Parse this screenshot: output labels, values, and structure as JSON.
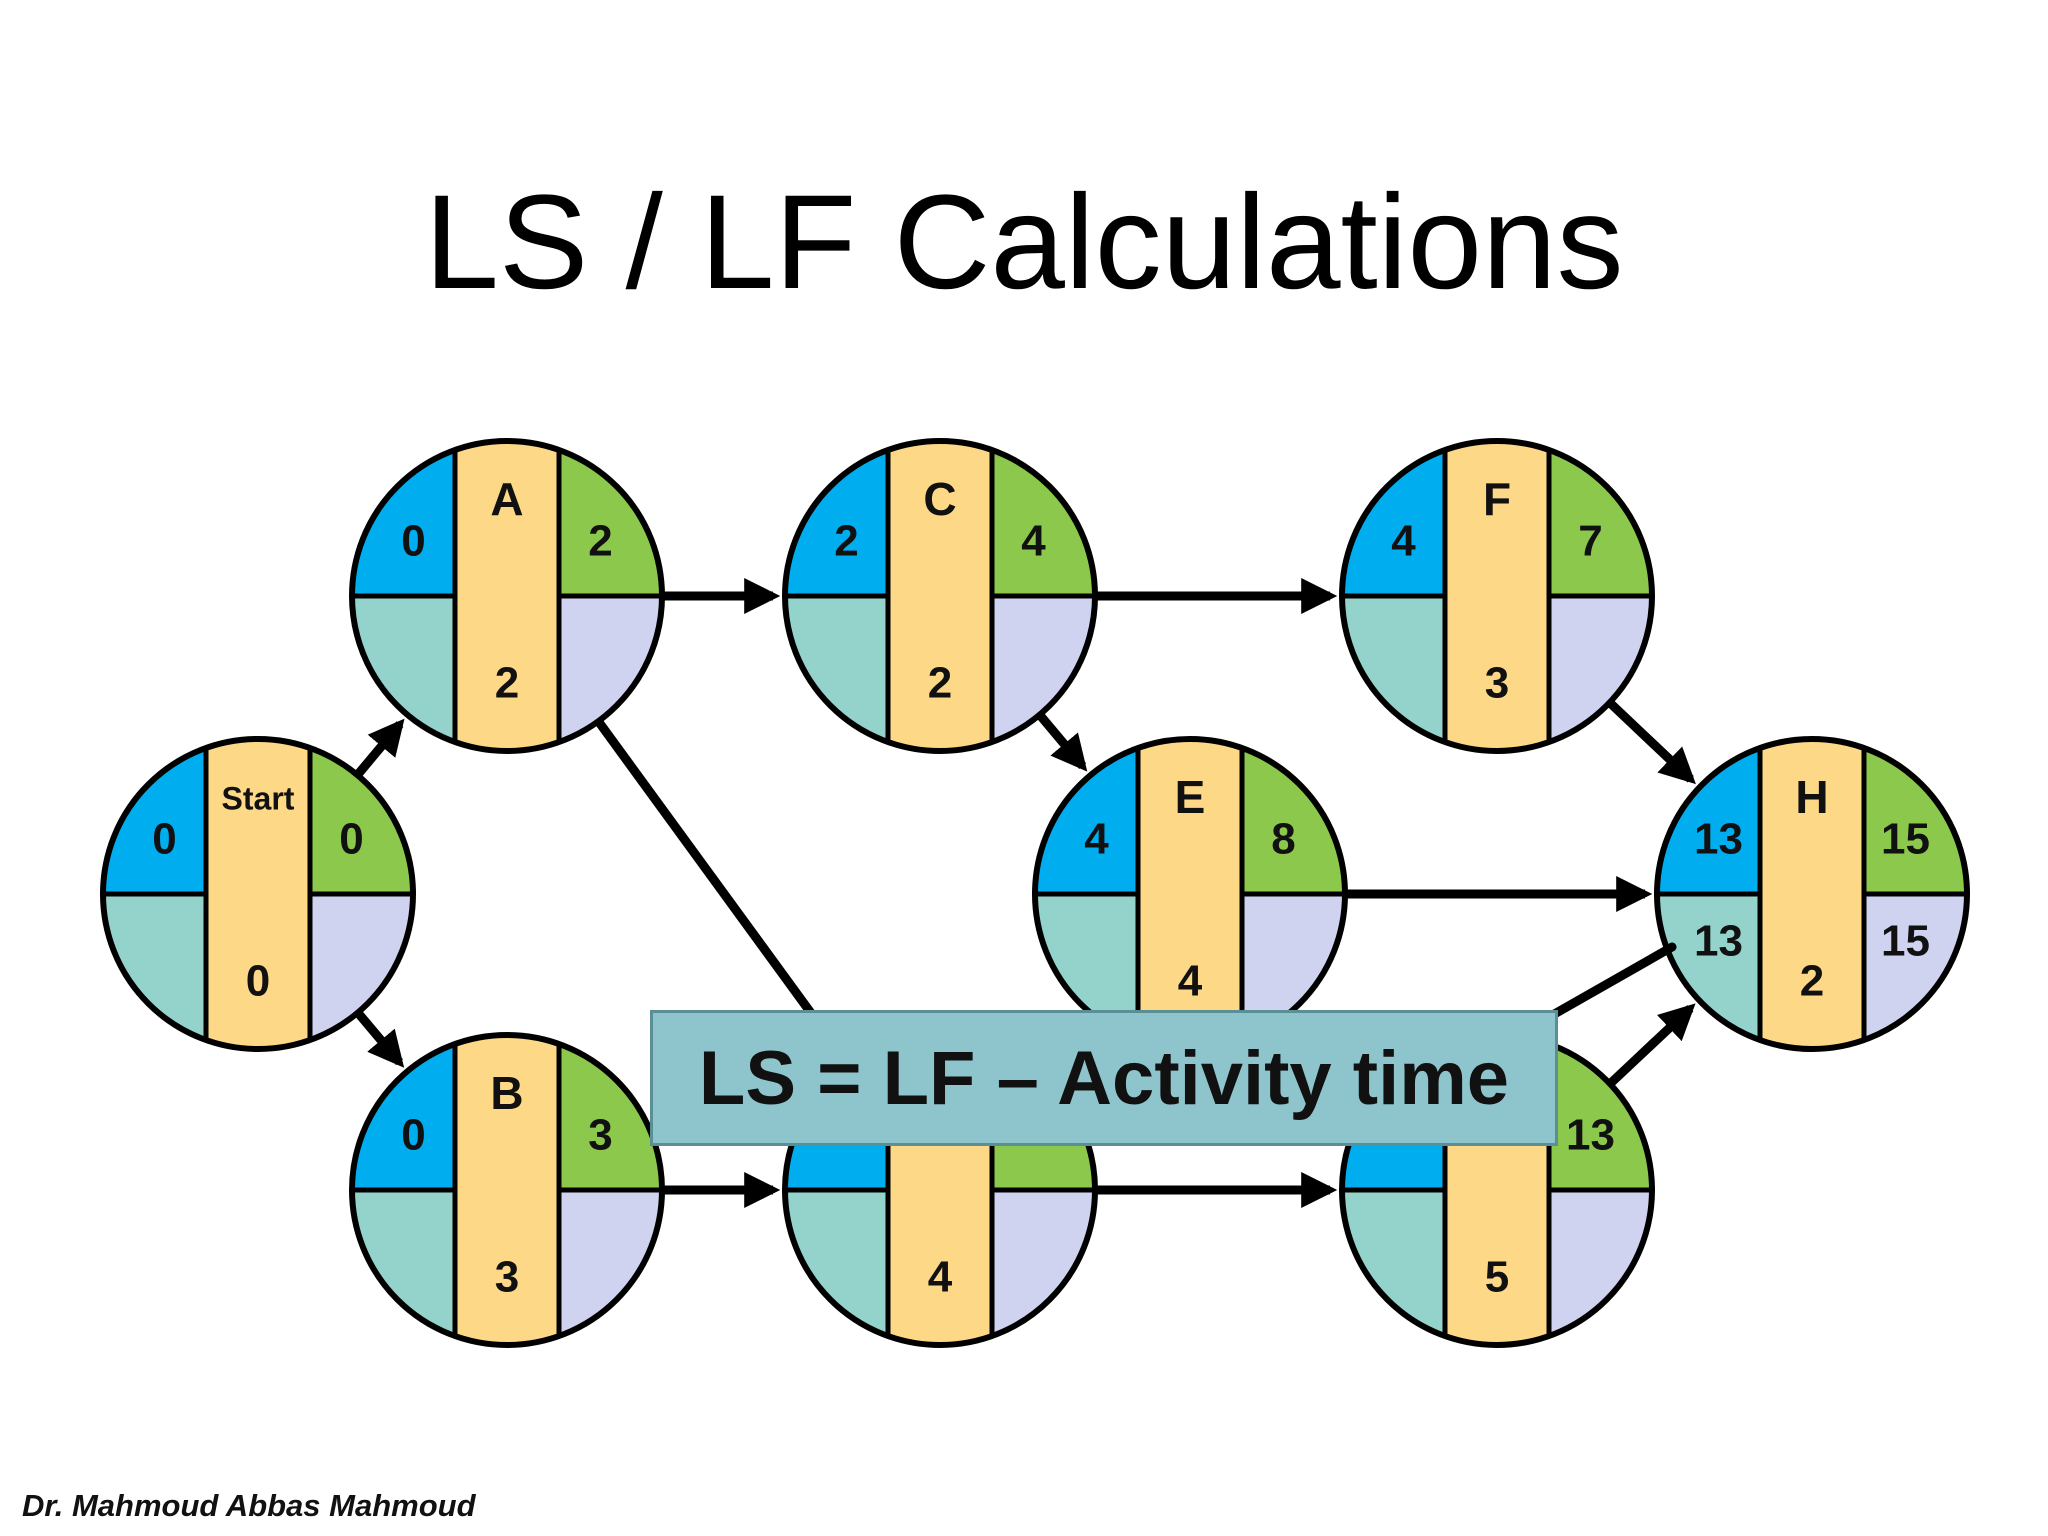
{
  "title": "LS / LF Calculations",
  "formula": "LS = LF – Activity time",
  "author": "Dr. Mahmoud Abbas Mahmoud",
  "colors": {
    "es": "#00aeef",
    "ef": "#8cc84b",
    "ls": "#94d3cb",
    "lf": "#d0d3f0",
    "name": "#fdd887",
    "box": "#8ec5cc"
  },
  "nodes": [
    {
      "id": "start",
      "name": "Start",
      "es": "0",
      "ef": "0",
      "time": "0",
      "ls": "",
      "lf": ""
    },
    {
      "id": "a",
      "name": "A",
      "es": "0",
      "ef": "2",
      "time": "2",
      "ls": "",
      "lf": ""
    },
    {
      "id": "b",
      "name": "B",
      "es": "0",
      "ef": "3",
      "time": "3",
      "ls": "",
      "lf": ""
    },
    {
      "id": "c",
      "name": "C",
      "es": "2",
      "ef": "4",
      "time": "2",
      "ls": "",
      "lf": ""
    },
    {
      "id": "d",
      "name": "",
      "es": "",
      "ef": "",
      "time": "4",
      "ls": "",
      "lf": ""
    },
    {
      "id": "e",
      "name": "E",
      "es": "4",
      "ef": "8",
      "time": "4",
      "ls": "",
      "lf": ""
    },
    {
      "id": "f",
      "name": "F",
      "es": "4",
      "ef": "7",
      "time": "3",
      "ls": "",
      "lf": ""
    },
    {
      "id": "g",
      "name": "",
      "es": "",
      "ef": "13",
      "time": "5",
      "ls": "",
      "lf": ""
    },
    {
      "id": "h",
      "name": "H",
      "es": "13",
      "ef": "15",
      "time": "2",
      "ls": "13",
      "lf": "15"
    }
  ],
  "edges": [
    [
      "start",
      "a"
    ],
    [
      "start",
      "b"
    ],
    [
      "a",
      "c"
    ],
    [
      "a",
      "d"
    ],
    [
      "b",
      "d"
    ],
    [
      "c",
      "f"
    ],
    [
      "c",
      "e"
    ],
    [
      "e",
      "h"
    ],
    [
      "f",
      "h"
    ],
    [
      "d",
      "g"
    ],
    [
      "g",
      "h"
    ]
  ]
}
